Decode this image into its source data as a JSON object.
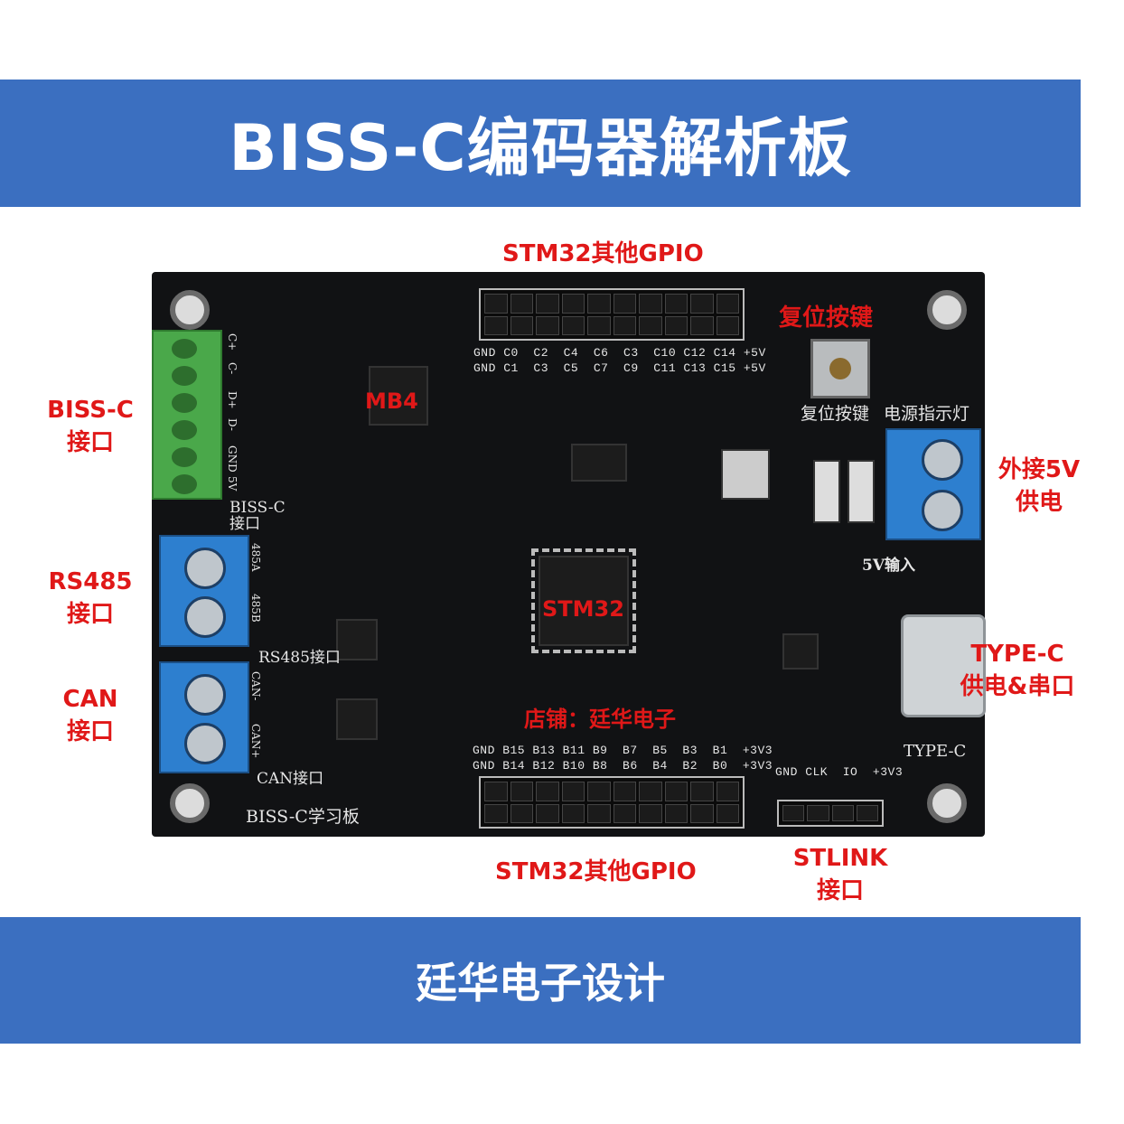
{
  "banner": {
    "title": "BISS-C编码器解析板",
    "footer": "廷华电子设计"
  },
  "annotations": {
    "gpio_top": "STM32其他GPIO",
    "gpio_bottom": "STM32其他GPIO",
    "bissc": [
      "BISS-C",
      "接口"
    ],
    "rs485": [
      "RS485",
      "接口"
    ],
    "can": [
      "CAN",
      "接口"
    ],
    "ext5v": [
      "外接5V",
      "供电"
    ],
    "typec": [
      "TYPE-C",
      "供电&串口"
    ],
    "stlink": [
      "STLINK",
      "接口"
    ],
    "reset": "复位按键",
    "mb4": "MB4",
    "stm32": "STM32",
    "shop": "店铺：廷华电子"
  },
  "silkscreen": {
    "top_row1": "GND C0  C2  C4  C6  C3  C10 C12 C14 +5V",
    "top_row2": "GND C1  C3  C5  C7  C9  C11 C13 C15 +5V",
    "bottom_row1": "GND B15 B13 B11 B9  B7  B5  B3  B1  +3V3",
    "bottom_row2": "GND B14 B12 B10 B8  B6  B4  B2  B0  +3V3",
    "swd": "GND CLK  IO  +3V3",
    "reset_label": "复位按键",
    "power_led": "电源指示灯",
    "input_5v": "5V输入",
    "bissc_port": "BISS-C\n接口",
    "rs485_port": "RS485接口",
    "can_port": "CAN接口",
    "typec_port": "TYPE-C",
    "board_name": "BISS-C学习板",
    "pins_485": [
      "485A",
      "485B"
    ],
    "pins_can": [
      "CAN-",
      "CAN+"
    ],
    "pins_biss": [
      "C+",
      "C-",
      "D+",
      "D-",
      "GND",
      "5V"
    ]
  },
  "colors": {
    "banner": "#3b6fc0",
    "annotation": "#e01818",
    "board": "#111214"
  }
}
